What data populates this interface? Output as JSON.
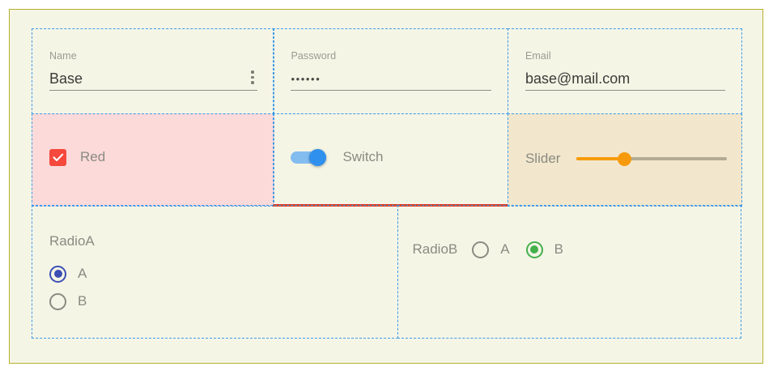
{
  "theme": {
    "page_background": "#f5f5e6",
    "frame_border": "#b5b02c",
    "cell_border": "#3d9be9",
    "accent_red": "#f4493c",
    "accent_blue": "#2f90ee",
    "accent_orange": "#f79b0c",
    "accent_indigo": "#3b4fb5",
    "accent_green": "#43b04a",
    "error_underline": "#e03b20",
    "cell_red_background": "#fcdada",
    "cell_slider_background": "#f2e7cc"
  },
  "fields": {
    "name": {
      "label": "Name",
      "value": "Base",
      "placeholder": "Name",
      "menu_icon": "kebab-menu-icon"
    },
    "password": {
      "label": "Password",
      "value": "••••••",
      "placeholder": "Password"
    },
    "email": {
      "label": "Email",
      "value": "base@mail.com",
      "placeholder": "Email"
    }
  },
  "controls": {
    "checkbox": {
      "label": "Red",
      "checked": true,
      "icon": "check-icon"
    },
    "switch": {
      "label": "Switch",
      "checked": true
    },
    "slider": {
      "label": "Slider",
      "value": 32,
      "min": 0,
      "max": 100
    }
  },
  "radio_groups": {
    "radio_a": {
      "label": "RadioA",
      "orientation": "vertical",
      "selected": "A",
      "options": [
        {
          "label": "A",
          "selected": true
        },
        {
          "label": "B",
          "selected": false
        }
      ]
    },
    "radio_b": {
      "label": "RadioB",
      "orientation": "horizontal",
      "selected": "B",
      "options": [
        {
          "label": "A",
          "selected": false
        },
        {
          "label": "B",
          "selected": true
        }
      ]
    }
  }
}
